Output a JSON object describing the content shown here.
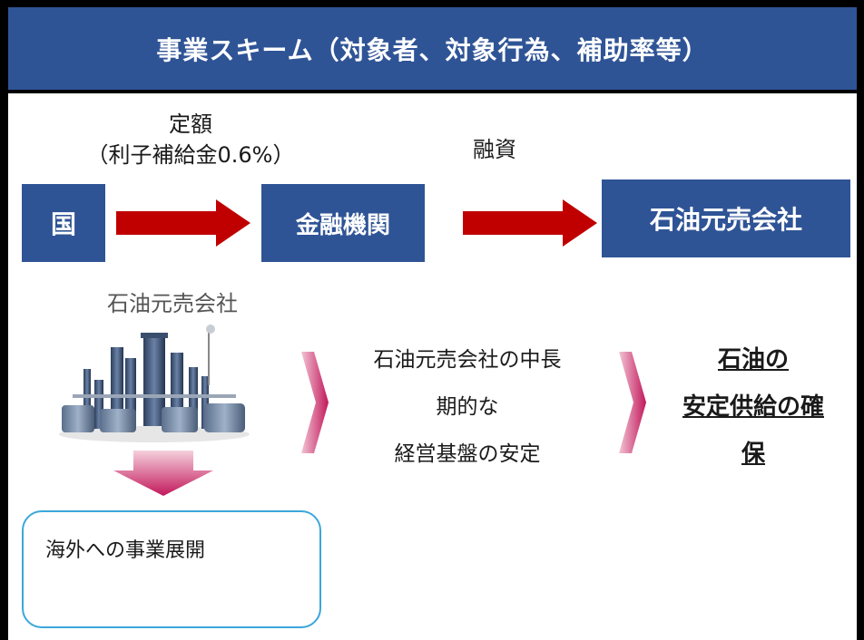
{
  "title": "事業スキーム（対象者、対象行為、補助率等）",
  "top_row": {
    "left_label_line1": "定額",
    "left_label_line2": "（利子補給金0.6%）",
    "right_label": "融資",
    "box_country": "国",
    "box_bank": "金融機関",
    "box_company": "石油元売会社"
  },
  "middle": {
    "refinery_caption": "石油元売会社",
    "result_line1": "石油元売会社の中長",
    "result_line2": "期的な",
    "result_line3": "経営基盤の安定",
    "goal_line1": "石油の",
    "goal_line2": "安定供給の確",
    "goal_line3": "保"
  },
  "bottom": {
    "overseas": "海外への事業展開"
  },
  "colors": {
    "box_blue": "#2f5496",
    "arrow_red": "#c00000",
    "chevron": "#c2185b",
    "outline": "#3aa7d9"
  },
  "icons": [
    "refinery-illustration",
    "right-arrow-icon",
    "chevron-right-icon",
    "down-arrow-icon"
  ]
}
